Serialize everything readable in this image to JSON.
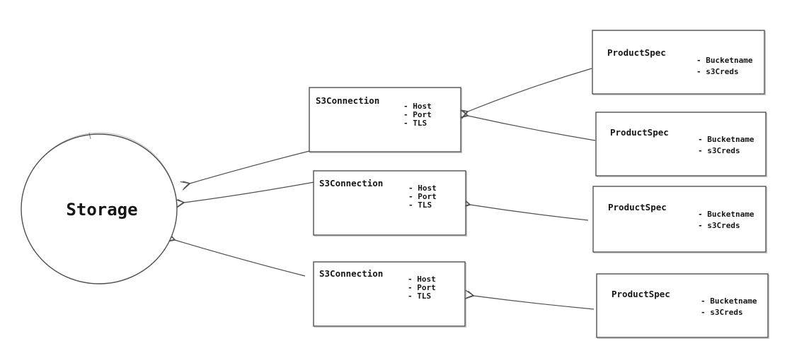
{
  "diagram": {
    "storage": {
      "label": "Storage"
    },
    "s3_connections": [
      {
        "title": "S3Connection",
        "attributes": [
          "- Host",
          "- Port",
          "- TLS"
        ]
      },
      {
        "title": "S3Connection",
        "attributes": [
          "- Host",
          "- Port",
          "- TLS"
        ]
      },
      {
        "title": "S3Connection",
        "attributes": [
          "- Host",
          "- Port",
          "- TLS"
        ]
      }
    ],
    "product_specs": [
      {
        "title": "ProductSpec",
        "attributes": [
          "- Bucketname",
          "- s3Creds"
        ]
      },
      {
        "title": "ProductSpec",
        "attributes": [
          "- Bucketname",
          "- s3Creds"
        ]
      },
      {
        "title": "ProductSpec",
        "attributes": [
          "- Bucketname",
          "- s3Creds"
        ]
      },
      {
        "title": "ProductSpec",
        "attributes": [
          "- Bucketname",
          "- s3Creds"
        ]
      }
    ],
    "colors": {
      "stroke": "#4f4f4f",
      "text": "#161616",
      "background": "#ffffff"
    }
  }
}
